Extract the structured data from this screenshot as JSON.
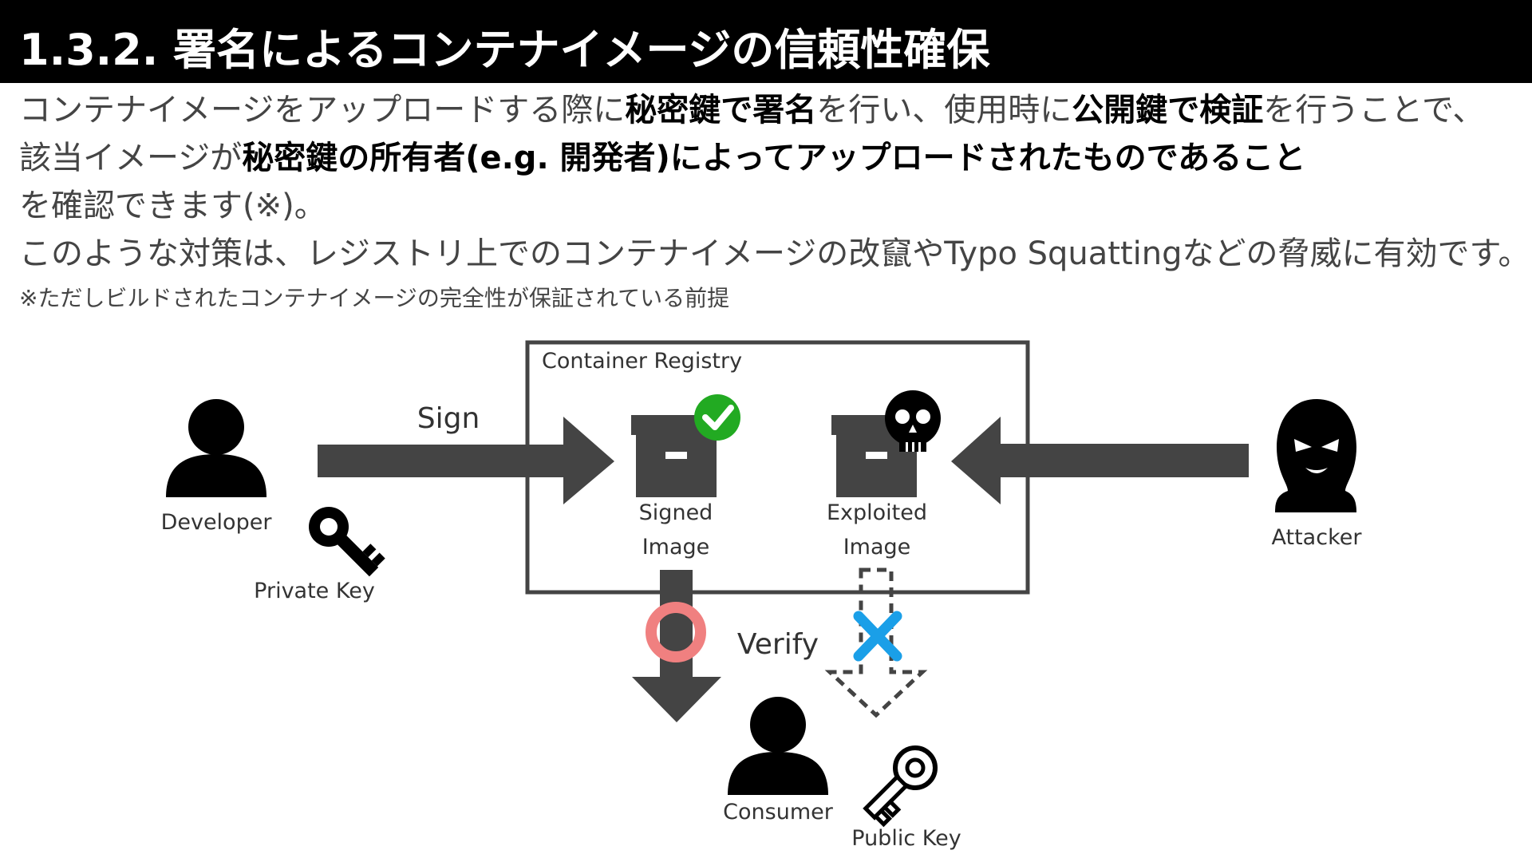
{
  "slide": {
    "title": "1.3.2. 署名によるコンテナイメージの信頼性確保",
    "paragraph": [
      [
        "コンテナイメージをアップロードする際に",
        "秘密鍵で署名",
        "を行い、使用時に",
        "公開鍵で検証",
        "を行うことで、"
      ],
      [
        "該当イメージが",
        "秘密鍵の所有者(e.g. 開発者)によってアップロードされたものであること"
      ],
      [
        "を確認できます(※)。"
      ],
      [
        "このような対策は、レジストリ上でのコンテナイメージの改竄やTypo Squattingなどの脅威に有効です。"
      ]
    ],
    "note": "※ただしビルドされたコンテナイメージの完全性が保証されている前提"
  },
  "diagram": {
    "registry_label": "Container Registry",
    "sign_label": "Sign",
    "verify_label": "Verify",
    "developer_label": "Developer",
    "private_key_label": "Private Key",
    "signed_image_label": [
      "Signed",
      "Image"
    ],
    "exploited_image_label": [
      "Exploited",
      "Image"
    ],
    "attacker_label": "Attacker",
    "consumer_label": "Consumer",
    "public_key_label": "Public Key",
    "icons": [
      "person-icon",
      "key-icon",
      "box-icon",
      "check-icon",
      "skull-icon",
      "attacker-mask-icon",
      "circle-ok-icon",
      "cross-icon"
    ],
    "colors": {
      "arrow": "#444444",
      "check": "#22aa22",
      "ok_circle": "#f08080",
      "cross": "#1a9fe8",
      "box": "#444444"
    }
  }
}
